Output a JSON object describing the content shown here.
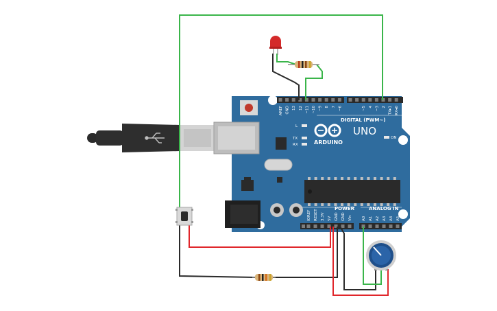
{
  "board": {
    "brand": "ARDUINO",
    "model": "UNO",
    "header_digital": "DIGITAL (PWM~)",
    "header_power": "POWER",
    "header_analog": "ANALOG IN",
    "led_l": "L",
    "led_tx": "TX",
    "led_rx": "RX",
    "led_on": "ON",
    "digital_pins": [
      "AREF",
      "GND",
      "13",
      "12",
      "~11",
      "~10",
      "~9",
      "8",
      "7",
      "~6",
      "~5",
      "4",
      "~3",
      "2",
      "TX▸1",
      "RX◂0"
    ],
    "power_pins": [
      "IOREF",
      "RESET",
      "3.3V",
      "5V",
      "GND",
      "GND",
      "Vin"
    ],
    "analog_pins": [
      "A0",
      "A1",
      "A2",
      "A3",
      "A4",
      "A5"
    ]
  },
  "colors": {
    "board": "#2f6c9e",
    "wire_green": "#3ab54a",
    "wire_red": "#e0262b",
    "wire_black": "#2a2a2a",
    "led": "#d42a2a"
  }
}
